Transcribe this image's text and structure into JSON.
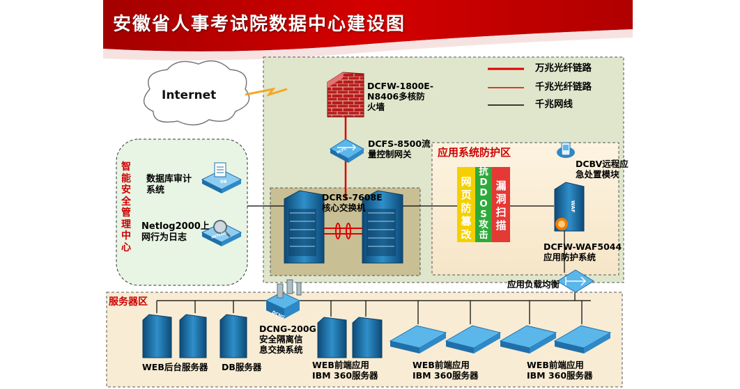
{
  "title": "安徽省人事考试院数据中心建设图",
  "internet": "Internet",
  "legend": [
    {
      "label": "万兆光纤链路",
      "color": "#dd0000"
    },
    {
      "label": "千兆光纤链路",
      "color": "#dd0000"
    },
    {
      "label": "千兆网线",
      "color": "#000000"
    }
  ],
  "firewall": {
    "line1": "DCFW-1800E-",
    "line2": "N8406多核防",
    "line3": "火墙"
  },
  "flow_gateway": {
    "line1": "DCFS-8500流",
    "line2": "量控制网关"
  },
  "core_switch": {
    "line1": "DCRS-7608E",
    "line2": "核心交换机"
  },
  "app_zone": {
    "title": "应用系统防护区",
    "blocks": [
      {
        "text": [
          "网",
          "页",
          "防",
          "篡",
          "改"
        ]
      },
      {
        "text": [
          "抗",
          "D",
          "D",
          "O",
          "S",
          "攻",
          "击"
        ]
      },
      {
        "text": [
          "漏",
          "洞",
          "扫",
          "描"
        ]
      }
    ],
    "remote": {
      "line1": "DCBV远程应",
      "line2": "急处置模块"
    },
    "waf": {
      "line1": "DCFW-WAF5044",
      "line2": "应用防护系统"
    }
  },
  "load_balancer": "应用负载均衡",
  "security_center": {
    "title": [
      "智",
      "能",
      "安",
      "全",
      "管",
      "理",
      "中",
      "心"
    ],
    "db_audit": {
      "line1": "数据库审计",
      "line2": "系统"
    },
    "netlog": {
      "line1": "Netlog2000上",
      "line2": "网行为日志"
    }
  },
  "icons": {
    "db": "DB",
    "netlog": "NETLOG",
    "dcfs": "DCFS",
    "dcng": "DCNG",
    "waf": "WAF"
  },
  "server_zone": {
    "title": "服务器区",
    "dcng": {
      "line1": "DCNG-200G",
      "line2": "安全隔离信",
      "line3": "息交换系统"
    },
    "web_backend": "WEB后台服务器",
    "db_server": "DB服务器",
    "web_front_1": {
      "line1": "WEB前端应用",
      "line2": "IBM 360服务器"
    },
    "web_front_2": {
      "line1": "WEB前端应用",
      "line2": "IBM 360服务器"
    },
    "web_front_3": {
      "line1": "WEB前端应用",
      "line2": "IBM 360服务器"
    }
  }
}
